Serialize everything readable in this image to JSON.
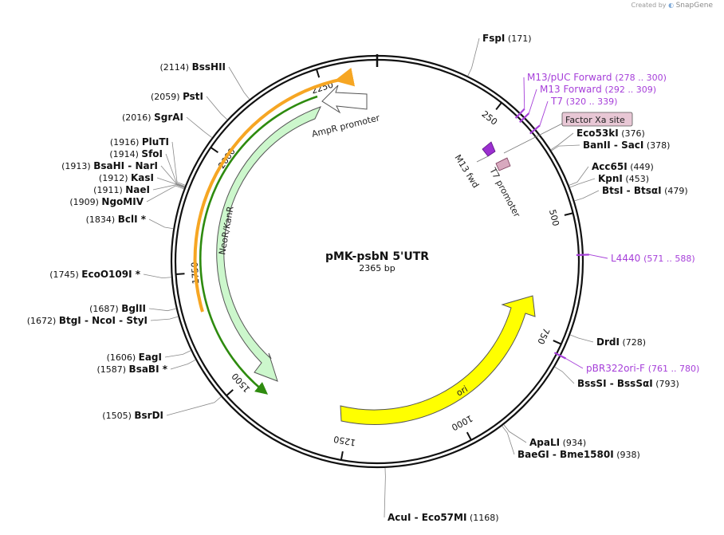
{
  "header": {
    "credit_prefix": "Created by",
    "credit_brand": "SnapGene"
  },
  "plasmid": {
    "name": "pMK-psbN 5'UTR",
    "length_label": "2365 bp",
    "length": 2365
  },
  "ticks": [
    "250",
    "500",
    "750",
    "1000",
    "1250",
    "1500",
    "1750",
    "2000",
    "2250"
  ],
  "enzymes": [
    {
      "name": "FspI",
      "pos": "(171)"
    },
    {
      "name": "Eco53kI",
      "pos": "(376)"
    },
    {
      "name": "BanII",
      "name2": "SacI",
      "pos": "(378)"
    },
    {
      "name": "Acc65I",
      "pos": "(449)"
    },
    {
      "name": "KpnI",
      "pos": "(453)"
    },
    {
      "name": "BtsI",
      "name2": "BtsαI",
      "pos": "(479)"
    },
    {
      "name": "DrdI",
      "pos": "(728)"
    },
    {
      "name": "BssSI",
      "name2": "BssSαI",
      "pos": "(793)"
    },
    {
      "name": "ApaLI",
      "pos": "(934)"
    },
    {
      "name": "BaeGI",
      "name2": "Bme1580I",
      "pos": "(938)"
    },
    {
      "name": "AcuI",
      "name2": "Eco57MI",
      "pos": "(1168)"
    },
    {
      "name": "BsrDI",
      "pos": "(1505)"
    },
    {
      "name": "BsaBI *",
      "pos": "(1587)"
    },
    {
      "name": "EagI",
      "pos": "(1606)"
    },
    {
      "name": "BtgI",
      "name2": "NcoI",
      "name3": "StyI",
      "pos": "(1672)"
    },
    {
      "name": "BglII",
      "pos": "(1687)"
    },
    {
      "name": "EcoO109I *",
      "pos": "(1745)"
    },
    {
      "name": "BclI *",
      "pos": "(1834)"
    },
    {
      "name": "NgoMIV",
      "pos": "(1909)"
    },
    {
      "name": "NaeI",
      "pos": "(1911)"
    },
    {
      "name": "KasI",
      "pos": "(1912)"
    },
    {
      "name": "BsaHI",
      "name2": "NarI",
      "pos": "(1913)"
    },
    {
      "name": "SfoI",
      "pos": "(1914)"
    },
    {
      "name": "PluTI",
      "pos": "(1916)"
    },
    {
      "name": "SgrAI",
      "pos": "(2016)"
    },
    {
      "name": "PstI",
      "pos": "(2059)"
    },
    {
      "name": "BssHII",
      "pos": "(2114)"
    }
  ],
  "primers": [
    {
      "name": "M13/pUC Forward",
      "range": "(278 .. 300)"
    },
    {
      "name": "M13 Forward",
      "range": "(292 .. 309)"
    },
    {
      "name": "T7",
      "range": "(320 .. 339)"
    },
    {
      "name": "L4440",
      "range": "(571 .. 588)"
    },
    {
      "name": "pBR322ori-F",
      "range": "(761 .. 780)"
    }
  ],
  "features": {
    "ampr_promoter": "AmpR promoter",
    "neor_kanr": "NeoR/KanR",
    "ori": "ori",
    "factor_xa": "Factor Xa site",
    "m13_fwd": "M13 fwd",
    "t7_promoter": "T7 promoter"
  },
  "colors": {
    "ori": "#ffff00",
    "neor": "#ccf7cc",
    "ampr_promoter": "#ffffff",
    "primer": "#a63fd9",
    "orange_feature": "#f6a623",
    "green_feature": "#2e8b0f",
    "factor_xa_fill": "#e8c7d5",
    "m13_fwd": "#9b2fd0",
    "t7_promoter": "#d8a9bf"
  }
}
